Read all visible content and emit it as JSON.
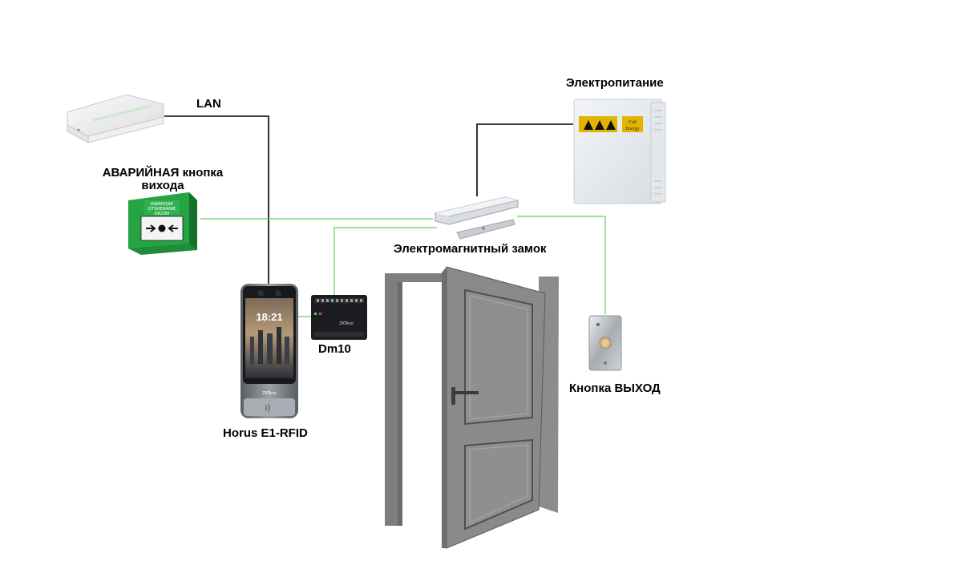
{
  "labels": {
    "lan": "LAN",
    "power_supply": "Электропитание",
    "emergency_line1": "АВАРИЙНАЯ кнопка",
    "emergency_line2": "вихода",
    "em_lock": "Электромагнитный замок",
    "controller": "Dm10",
    "terminal": "Horus E1-RFID",
    "exit_button": "Кнопка ВЫХОД"
  },
  "device_text": {
    "emergency_box_line1": "AWARYJNE",
    "emergency_box_line2": "OTWIERANIE",
    "emergency_box_line3": "DRZWI",
    "terminal_clock": "18:21",
    "power_brand_line1": "Full",
    "power_brand_line2": "Energy",
    "brand": "ZKTeco"
  },
  "icons": {
    "switch": "network-switch-icon",
    "emergency": "emergency-button-icon",
    "terminal": "face-terminal-icon",
    "controller": "controller-icon",
    "lock": "magnetic-lock-icon",
    "power": "power-supply-icon",
    "exit": "exit-button-icon",
    "door": "door-icon"
  },
  "colors": {
    "lan_wire": "#000000",
    "signal_wire": "#5fcf5f",
    "door_body": "#8a8a8a",
    "emergency_green": "#1f8f3a"
  }
}
